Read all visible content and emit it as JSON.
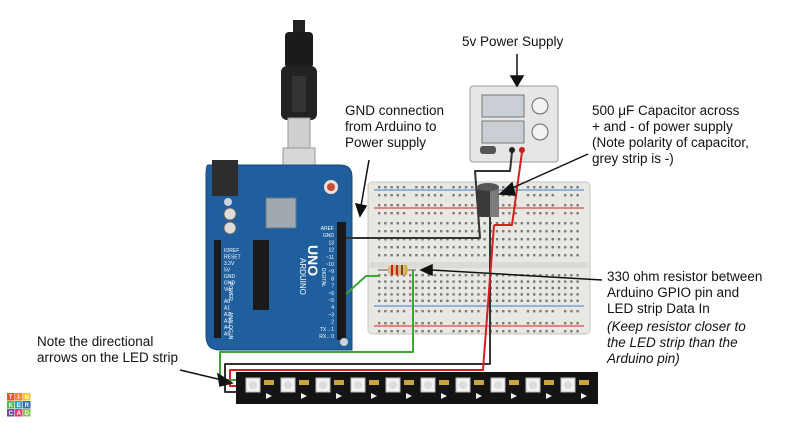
{
  "annotations": {
    "power_supply": "5v Power Supply",
    "gnd": "GND connection\nfrom Arduino to\nPower supply",
    "capacitor": "500 μF Capacitor across\n+ and - of power supply\n(Note polarity of capacitor,\ngrey strip is -)",
    "resistor": "330 ohm resistor between\nArduino GPIO pin and\nLED strip Data In",
    "resistor_note": "(Keep resistor closer to\nthe LED strip than the\nArduino pin)",
    "arrows": "Note the directional\narrows on the LED strip"
  },
  "board": {
    "brand": "ARDUINO",
    "model": "UNO",
    "digital_label": "DIGITAL",
    "power_label": "POWER",
    "analog_label": "ANALOG IN",
    "digital_pins": [
      "AREF",
      "GND",
      "13",
      "12",
      "~11",
      "~10",
      "~9",
      "8",
      "7",
      "~6",
      "~5",
      "4",
      "~3",
      "2",
      "TX→1",
      "RX←0"
    ],
    "power_pins": [
      "IOREF",
      "RESET",
      "3.3V",
      "5V",
      "GND",
      "GND",
      "Vin"
    ],
    "analog_pins": [
      "A0",
      "A1",
      "A2",
      "A3",
      "A4",
      "A5"
    ]
  },
  "logo": {
    "letters": [
      "T",
      "I",
      "N",
      "K",
      "E",
      "R",
      "C",
      "A",
      "D"
    ]
  },
  "colors": {
    "board": "#1f5f9e",
    "gnd_wire": "#333333",
    "power_wire": "#d21f1f",
    "data_wire": "#3aa832",
    "led_strip": "#141414",
    "breadboard": "#e9e7e2"
  }
}
